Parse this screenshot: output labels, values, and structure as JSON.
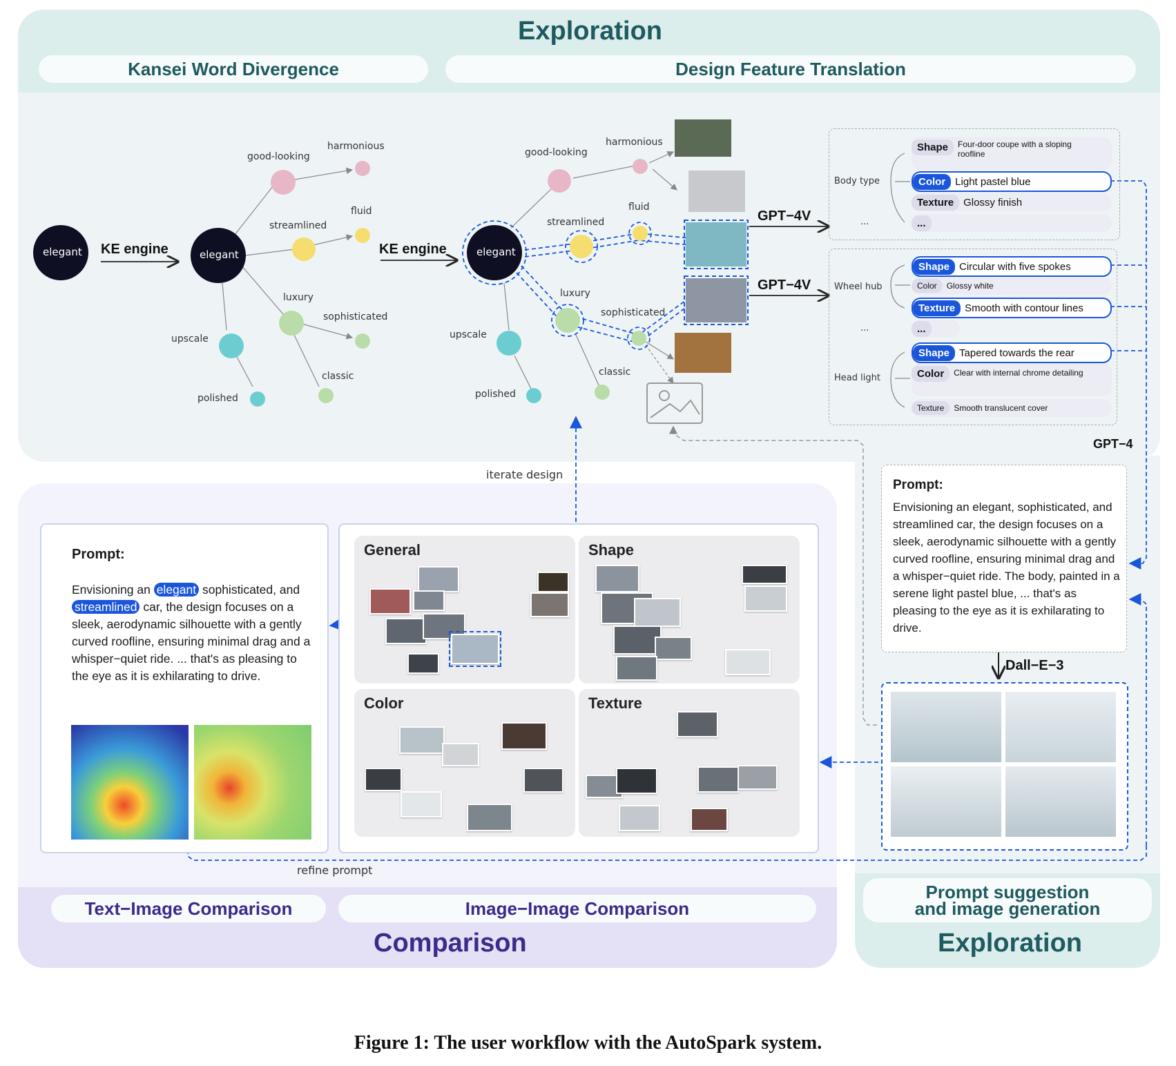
{
  "exploration_top": {
    "title": "Exploration",
    "left_tab": "Kansei Word Divergence",
    "right_tab": "Design Feature Translation"
  },
  "graph": {
    "center": "elegant",
    "engine_label": "KE engine",
    "words": [
      "good-looking",
      "harmonious",
      "streamlined",
      "fluid",
      "luxury",
      "sophisticated",
      "upscale",
      "polished",
      "classic"
    ],
    "gpt4v": "GPT−4V"
  },
  "features": {
    "body": {
      "part": "Body type",
      "rows": [
        {
          "key": "Shape",
          "value": "Four-door coupe with a sloping roofline",
          "selected": false
        },
        {
          "key": "Color",
          "value": "Light pastel blue",
          "selected": true
        },
        {
          "key": "Texture",
          "value": "Glossy finish",
          "selected": false
        },
        {
          "key": "",
          "value": "...",
          "selected": false
        }
      ],
      "more": "..."
    },
    "wheel": {
      "part": "Wheel hub",
      "rows": [
        {
          "key": "Shape",
          "value": "Circular with five spokes",
          "selected": true
        },
        {
          "key": "Color",
          "value": "Glossy white",
          "selected": false
        },
        {
          "key": "Texture",
          "value": "Smooth with contour lines",
          "selected": true
        },
        {
          "key": "",
          "value": "...",
          "selected": false
        }
      ],
      "more": "..."
    },
    "head": {
      "part": "Head light",
      "rows": [
        {
          "key": "Shape",
          "value": "Tapered towards the rear",
          "selected": true
        },
        {
          "key": "Color",
          "value": "Clear with internal chrome detailing",
          "selected": false
        },
        {
          "key": "Texture",
          "value": "Smooth translucent cover",
          "selected": false
        }
      ]
    }
  },
  "gpt4": "GPT−4",
  "prompt_right": {
    "label": "Prompt:",
    "text": "Envisioning an elegant, sophisticated, and streamlined car, the design focuses on a sleek, aerodynamic silhouette with a gently curved roofline, ensuring minimal drag and a whisper−quiet ride.   The body, painted in a serene light pastel blue,   ...   that's as pleasing to the eye as it is exhilarating to drive."
  },
  "dalle": "Dall−E−3",
  "iterate": "iterate design",
  "refine": "refine prompt",
  "prompt_left": {
    "label": "Prompt:",
    "pre": "Envisioning an ",
    "hl1": "elegant",
    "mid": " sophisticated, and ",
    "hl2": "streamlined",
    "post": " car, the design focuses on a sleek, aerodynamic silhouette with a gently curved roofline, ensuring minimal drag and a whisper−quiet ride.     ...     that's as pleasing to the eye as it is exhilarating to drive."
  },
  "quadrants": [
    "General",
    "Shape",
    "Color",
    "Texture"
  ],
  "comparison": {
    "title": "Comparison",
    "left_tab": "Text−Image Comparison",
    "right_tab": "Image−Image Comparison"
  },
  "exploration_bottom": {
    "title": "Exploration",
    "tab_line1": "Prompt suggestion",
    "tab_line2": "and image generation"
  },
  "caption": "Figure 1: The user workflow with the AutoSpark system.",
  "colors": {
    "accent": "#1a56db",
    "teal_title": "#1e5a5f",
    "purple_title": "#3d2a8a"
  }
}
